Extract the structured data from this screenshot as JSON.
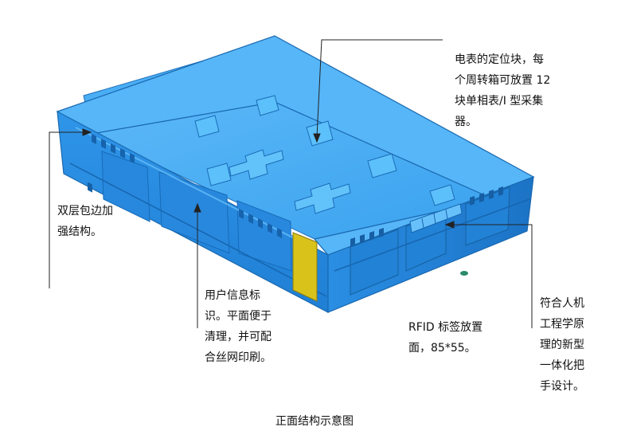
{
  "annotations": {
    "locator_block": "电表的定位块，每\n个周转箱可放置 12\n块单相表/I 型采集\n器。",
    "double_edge": "双层包边加\n强结构。",
    "user_label": "用户信息标\n识。平面便于\n清理，并可配\n合丝网印刷。",
    "rfid_label": "RFID 标签放置\n面，85*55。",
    "handle": "符合人机\n工程学原\n理的新型\n一体化把\n手设计。"
  },
  "caption": "正面结构示意图",
  "colors": {
    "crate_light": "#3ea6f3",
    "crate_mid": "#2f95e8",
    "crate_dark": "#1e78c9",
    "label_yellow": "#d9c21a"
  }
}
